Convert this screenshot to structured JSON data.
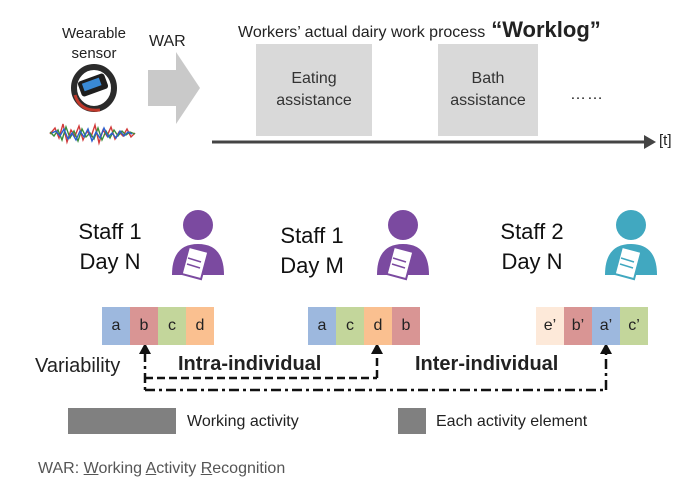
{
  "sensor": {
    "line1": "Wearable",
    "line2": "sensor"
  },
  "war_label": "WAR",
  "process": {
    "title": "Workers’ actual dairy work process",
    "highlight": "“Worklog”"
  },
  "tasks": [
    {
      "line1": "Eating",
      "line2": "assistance"
    },
    {
      "line1": "Bath",
      "line2": "assistance"
    }
  ],
  "ellipsis": "……",
  "time_label": "[t]",
  "staff": [
    {
      "name": "Staff 1",
      "day": "Day N",
      "color": "#7b4aa0"
    },
    {
      "name": "Staff 1",
      "day": "Day M",
      "color": "#7b4aa0"
    },
    {
      "name": "Staff 2",
      "day": "Day N",
      "color": "#41a8c0"
    }
  ],
  "sequences": [
    {
      "cells": [
        {
          "label": "a",
          "color": "#9db8de"
        },
        {
          "label": "b",
          "color": "#d99594"
        },
        {
          "label": "c",
          "color": "#c3d69b"
        },
        {
          "label": "d",
          "color": "#fac090"
        }
      ]
    },
    {
      "cells": [
        {
          "label": "a",
          "color": "#9db8de"
        },
        {
          "label": "c",
          "color": "#c3d69b"
        },
        {
          "label": "d",
          "color": "#fac090"
        },
        {
          "label": "b",
          "color": "#d99594"
        }
      ]
    },
    {
      "cells": [
        {
          "label": "e’",
          "color": "#fde9d9"
        },
        {
          "label": "b’",
          "color": "#d99594"
        },
        {
          "label": "a’",
          "color": "#9db8de"
        },
        {
          "label": "c’",
          "color": "#c3d69b"
        }
      ]
    }
  ],
  "variability": {
    "label": "Variability",
    "intra": "Intra-individual",
    "inter": "Inter-individual"
  },
  "legend": {
    "working_activity": "Working activity",
    "activity_element": "Each activity element"
  },
  "footnote": {
    "prefix": "WAR: ",
    "w": "W",
    "w_rest": "orking ",
    "a": "A",
    "a_rest": "ctivity ",
    "r": "R",
    "r_rest": "ecognition"
  }
}
